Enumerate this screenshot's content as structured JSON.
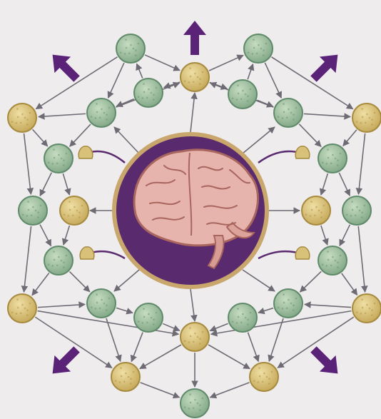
{
  "colors": {
    "background": "#efecee",
    "green_node": "#9bb89a",
    "green_node_dark": "#5f8a6a",
    "gold_node": "#d8c27a",
    "gold_node_dark": "#a68a3e",
    "edge": "#6f6b74",
    "hub_fill": "#5a2a6e",
    "hub_ring": "#c9a66b",
    "brain": "#e6b3ad",
    "brain_dark": "#a8665e",
    "outward_arrow": "#5b2378"
  },
  "diagram": {
    "center": {
      "kind": "brain-hub",
      "icon": "brain-icon"
    },
    "node_types": [
      "green",
      "gold"
    ],
    "direction_arrows": [
      "up",
      "up-left",
      "up-right",
      "down-left",
      "down-right"
    ],
    "connectors": [
      "cap-icon-upper-left",
      "cap-icon-upper-right",
      "cap-icon-lower-left",
      "cap-icon-lower-right"
    ]
  }
}
